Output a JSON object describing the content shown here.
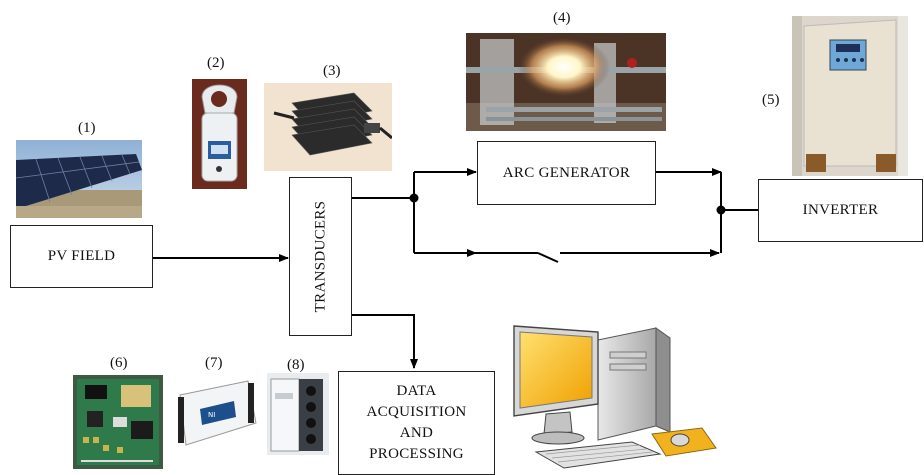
{
  "labels": {
    "n1": "(1)",
    "n2": "(2)",
    "n3": "(3)",
    "n4": "(4)",
    "n5": "(5)",
    "n6": "(6)",
    "n7": "(7)",
    "n8": "(8)"
  },
  "blocks": {
    "pv_field": "PV FIELD",
    "transducers": "TRANSDUCERS",
    "arc_generator": "ARC GENERATOR",
    "inverter": "INVERTER",
    "daq_line1": "DATA",
    "daq_line2": "ACQUISITION",
    "daq_line3": "AND",
    "daq_line4": "PROCESSING"
  }
}
